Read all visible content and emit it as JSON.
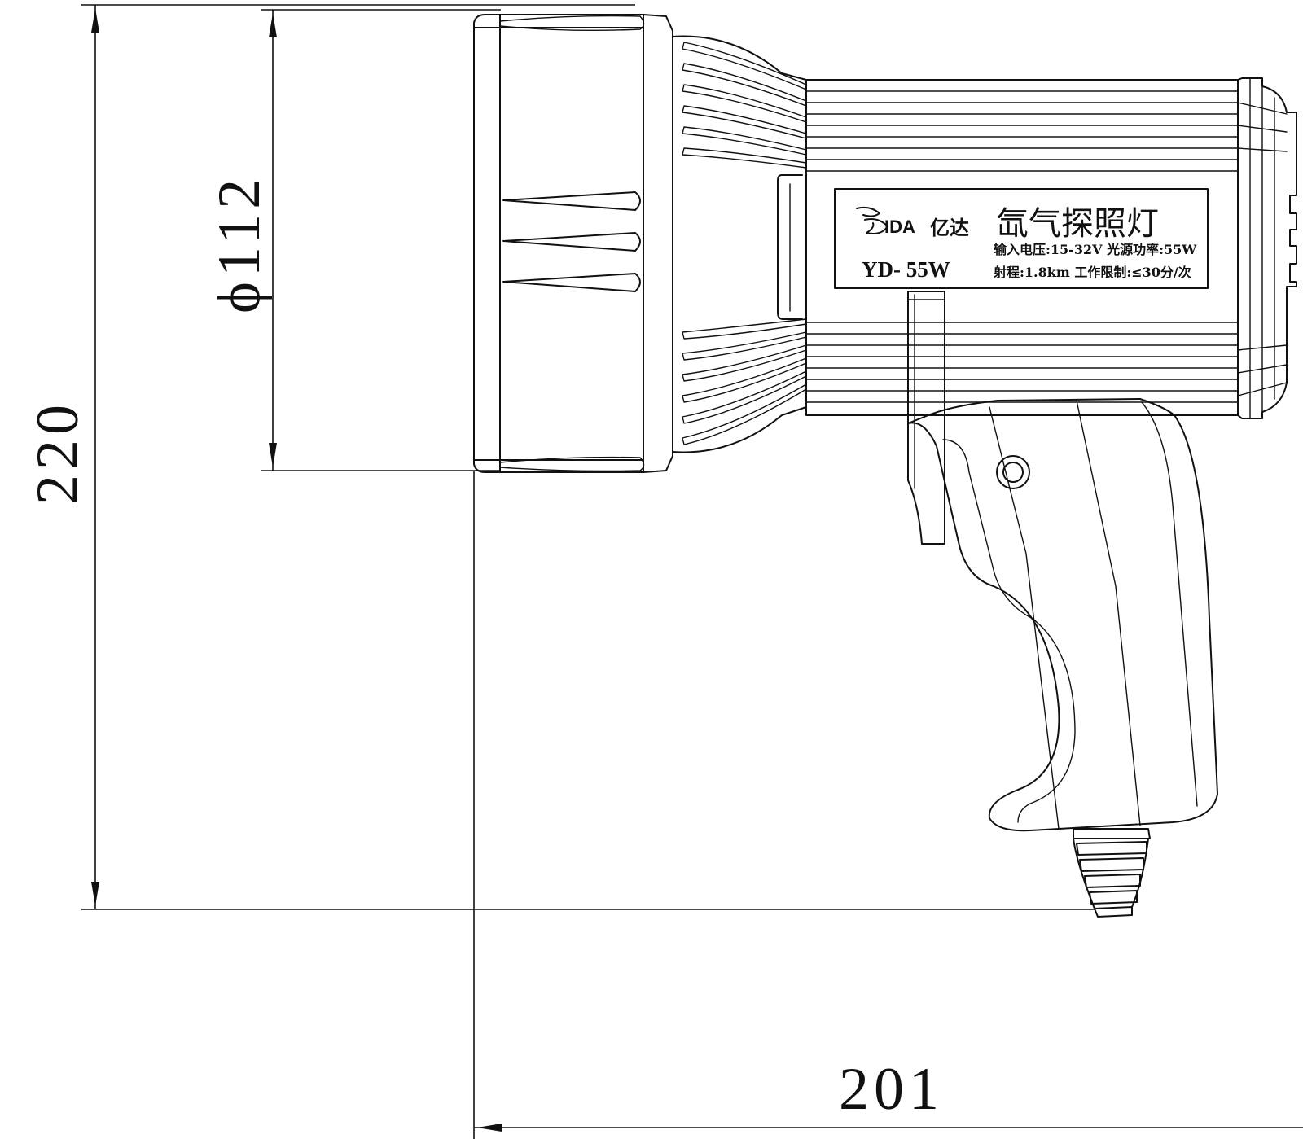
{
  "dimensions": {
    "height": {
      "value": "220"
    },
    "diameter": {
      "value": "ϕ112"
    },
    "width": {
      "value": "201"
    }
  },
  "nameplate": {
    "logo_latin": "IDA",
    "brand_cn": "亿达",
    "product_title": "氙气探照灯",
    "model": "YD- 55W",
    "spec_line1": "输入电压:15-32V 光源功率:55W",
    "spec_line2": "射程:1.8km 工作限制:≤30分/次"
  }
}
